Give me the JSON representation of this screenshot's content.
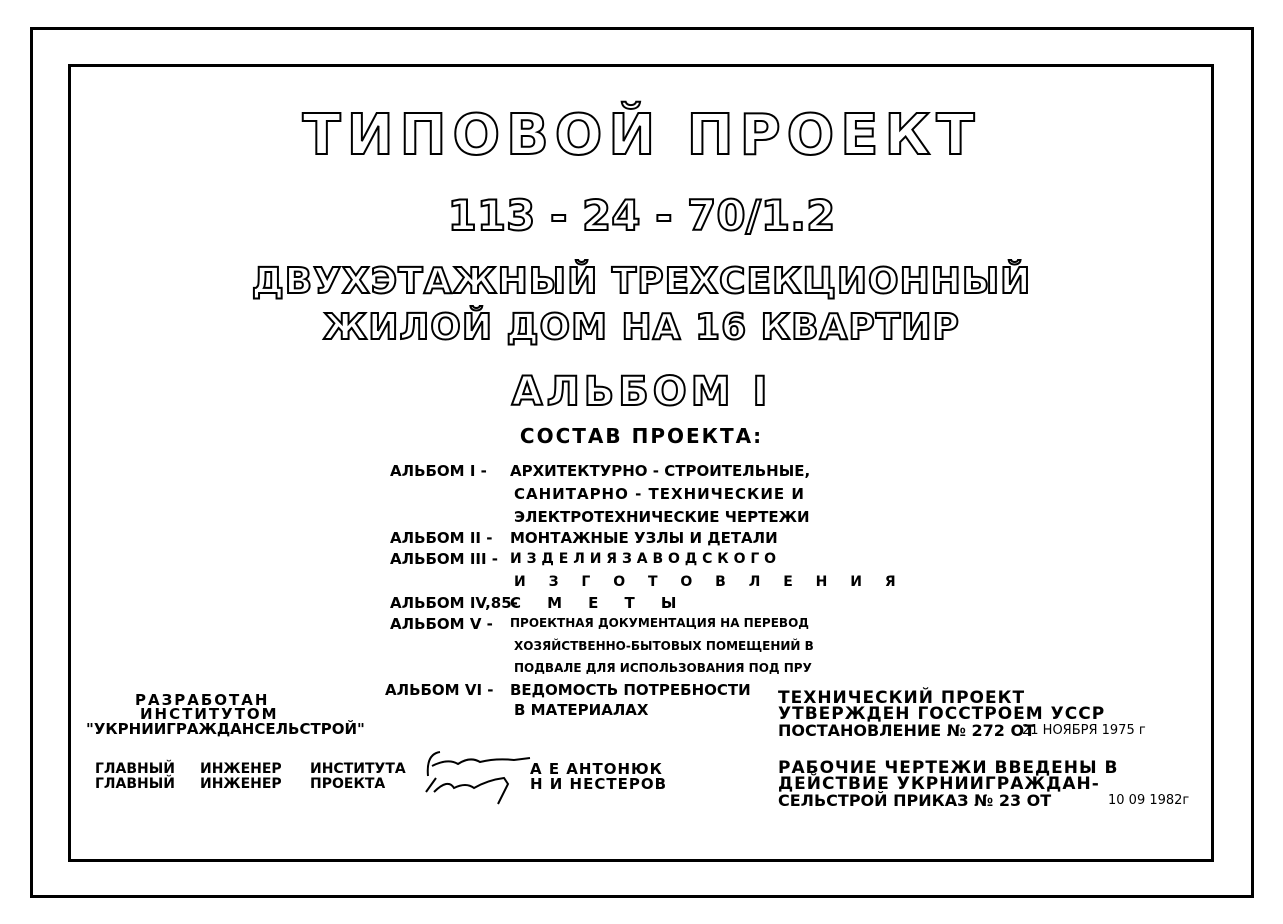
{
  "title": "ТИПОВОЙ ПРОЕКТ",
  "project_number": "113 - 24 - 70/1.2",
  "subtitle_line1": "ДВУХЭТАЖНЫЙ ТРЕХСЕКЦИОННЫЙ",
  "subtitle_line2": "ЖИЛОЙ ДОМ НА 16 КВАРТИР",
  "album_title": "АЛЬБОМ I",
  "composition_heading": "СОСТАВ ПРОЕКТА:",
  "albums": [
    {
      "label": "АЛЬБОМ I -",
      "lines": [
        "АРХИТЕКТУРНО - СТРОИТЕЛЬНЫЕ,",
        "САНИТАРНО - ТЕХНИЧЕСКИЕ И",
        "ЭЛЕКТРОТЕХНИЧЕСКИЕ ЧЕРТЕЖИ"
      ]
    },
    {
      "label": "АЛЬБОМ II -",
      "lines": [
        "МОНТАЖНЫЕ УЗЛЫ И ДЕТАЛИ"
      ]
    },
    {
      "label": "АЛЬБОМ III -",
      "lines": [
        "И З Д Е Л И Я   З А В О Д С К О Г О",
        "И З Г О Т О В Л Е Н И Я"
      ]
    },
    {
      "label": "АЛЬБОМ IV,85-",
      "lines": [
        "С     М     Е     Т     Ы"
      ]
    },
    {
      "label": "АЛЬБОМ V -",
      "lines": [
        "ПРОЕКТНАЯ ДОКУМЕНТАЦИЯ НА ПЕРЕВОД",
        "ХОЗЯЙСТВЕННО-БЫТОВЫХ ПОМЕЩЕНИЙ В",
        "ПОДВАЛЕ ДЛЯ ИСПОЛЬЗОВАНИЯ ПОД ПРУ"
      ]
    },
    {
      "label": "АЛЬБОМ VI -",
      "lines": [
        "ВЕДОМОСТЬ ПОТРЕБНОСТИ",
        "В МАТЕРИАЛАХ"
      ]
    }
  ],
  "developer": {
    "line1": "РАЗРАБОТАН",
    "line2": "ИНСТИТУТОМ",
    "line3": "\"УКРНИИГРАЖДАНСЕЛЬСТРОЙ\""
  },
  "signatures": [
    {
      "role1": "ГЛАВНЫЙ",
      "role2": "ИНЖЕНЕР",
      "role3": "ИНСТИТУТА",
      "name": "А Е АНТОНЮК"
    },
    {
      "role1": "ГЛАВНЫЙ",
      "role2": "ИНЖЕНЕР",
      "role3": "ПРОЕКТА",
      "name": "Н И НЕСТЕРОВ"
    }
  ],
  "approval": {
    "line1": "ТЕХНИЧЕСКИЙ ПРОЕКТ",
    "line2": "УТВЕРЖДЕН ГОССТРОЕМ УССР",
    "line3a": "ПОСТАНОВЛЕНИЕ № 272 ОТ",
    "line3b": "21 НОЯБРЯ 1975 г"
  },
  "enactment": {
    "line1": "РАБОЧИЕ ЧЕРТЕЖИ ВВЕДЕНЫ В",
    "line2": "ДЕЙСТВИЕ УКРНИИГРАЖДАН-",
    "line3a": "СЕЛЬСТРОЙ ПРИКАЗ № 23 ОТ",
    "line3b": "10 09 1982г"
  }
}
